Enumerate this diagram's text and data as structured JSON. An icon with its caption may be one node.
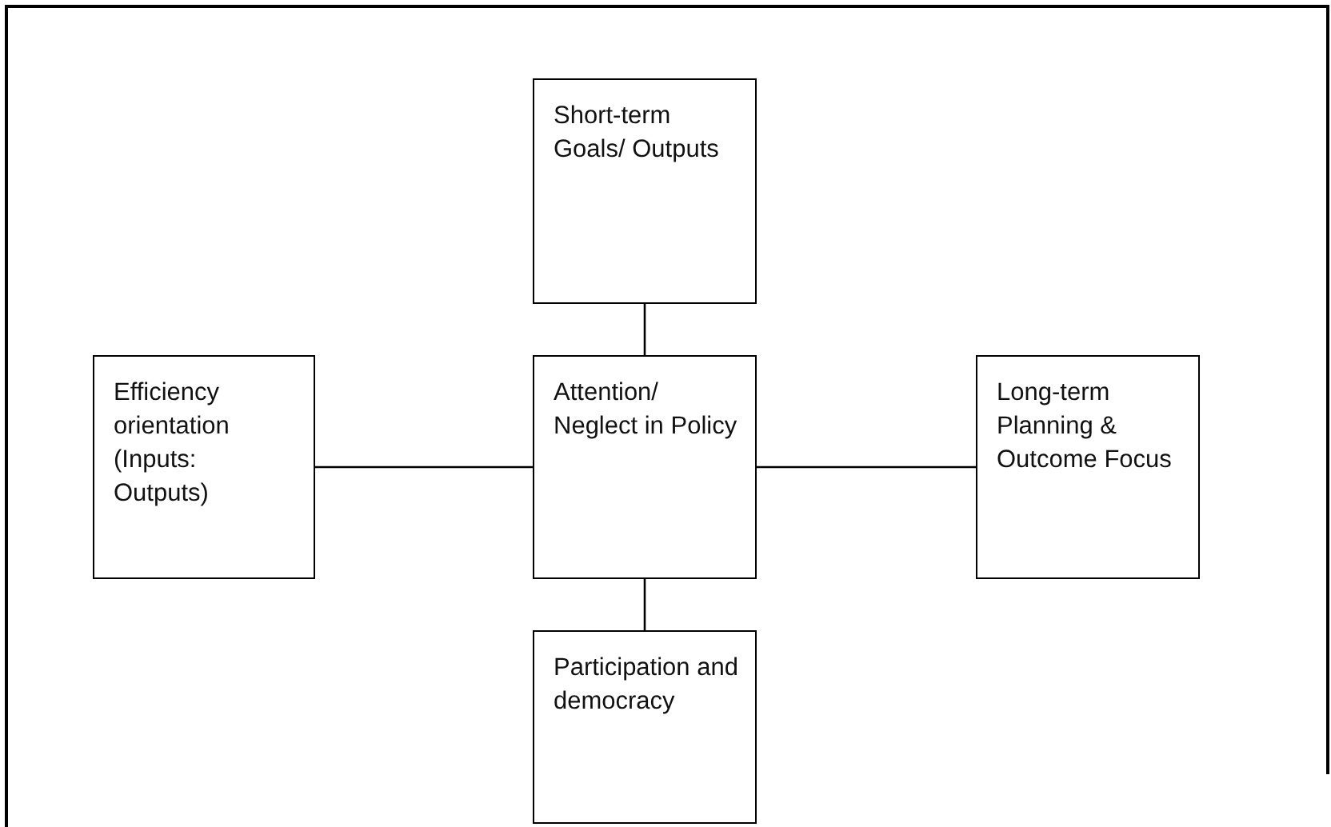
{
  "diagram": {
    "nodes": [
      {
        "text": [
          "Short-term Goals/ Outputs"
        ]
      },
      {
        "text": [
          "Efficiency orientation (Inputs: Outputs)"
        ]
      },
      {
        "text": [
          "Attention/ Neglect in Policy"
        ]
      },
      {
        "text": [
          "Long-term Planning & Outcome Focus"
        ]
      },
      {
        "text": [
          "Participation and democracy"
        ]
      }
    ],
    "edges": [
      {
        "from": 0,
        "to": 2,
        "arrow": "none"
      },
      {
        "from": 1,
        "to": 2,
        "arrow": "none"
      },
      {
        "from": 2,
        "to": 3,
        "arrow": "none"
      },
      {
        "from": 2,
        "to": 4,
        "arrow": "none"
      }
    ]
  }
}
